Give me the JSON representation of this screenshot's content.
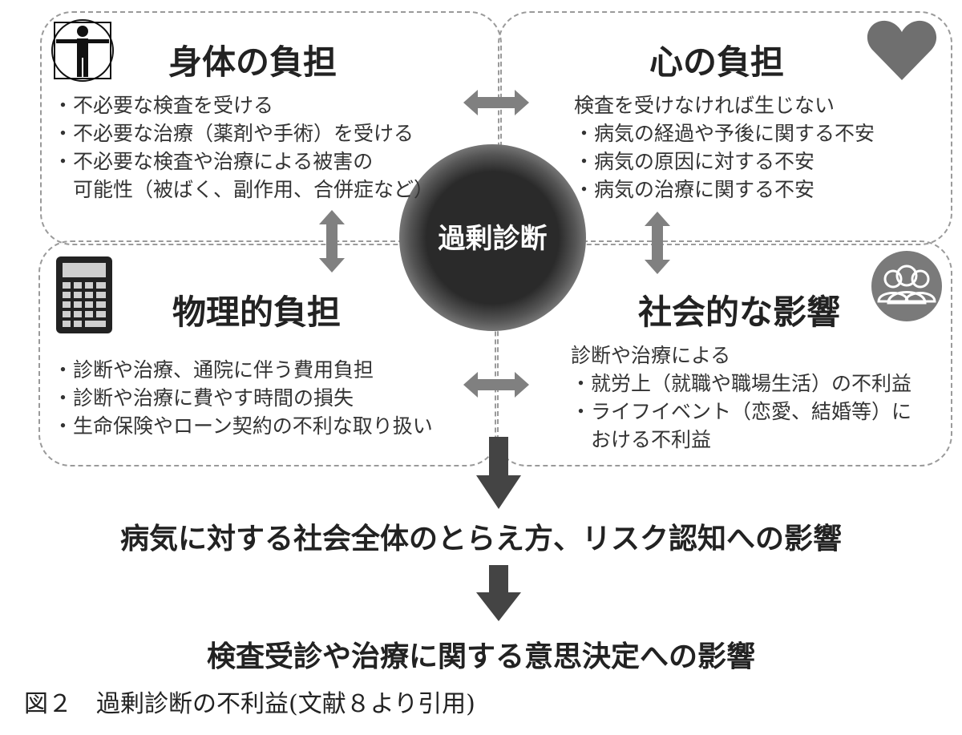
{
  "center": {
    "label": "過剰診断"
  },
  "quadrants": {
    "physical": {
      "title": "身体の負担",
      "icon": "vitruvian-man-icon",
      "items": [
        "・不必要な検査を受ける",
        "・不必要な治療（薬剤や手術）を受ける",
        "・不必要な検査や治療による被害の",
        "　可能性（被ばく、副作用、合併症など）"
      ]
    },
    "mental": {
      "title": "心の負担",
      "icon": "heart-icon",
      "items": [
        "検査を受けなければ生じない",
        "・病気の経過や予後に関する不安",
        "・病気の原因に対する不安",
        "・病気の治療に関する不安"
      ]
    },
    "material": {
      "title": "物理的負担",
      "icon": "calculator-icon",
      "items": [
        "・診断や治療、通院に伴う費用負担",
        "・診断や治療に費やす時間の損失",
        "・生命保険やローン契約の不利な取り扱い"
      ]
    },
    "social": {
      "title": "社会的な影響",
      "icon": "people-group-icon",
      "items": [
        "診断や治療による",
        "・就労上（就職や職場生活）の不利益",
        "・ライフイベント（恋愛、結婚等）に",
        "　おける不利益"
      ]
    }
  },
  "flow": {
    "step1": "病気に対する社会全体のとらえ方、リスク認知への影響",
    "step2": "検査受診や治療に関する意思決定への影響"
  },
  "caption": "図２　過剰診断の不利益(文献８より引用)",
  "colors": {
    "arrow": "#808080",
    "down_arrow": "#444444",
    "icon": "#6f6f6f",
    "center": "#2a2a2a"
  }
}
